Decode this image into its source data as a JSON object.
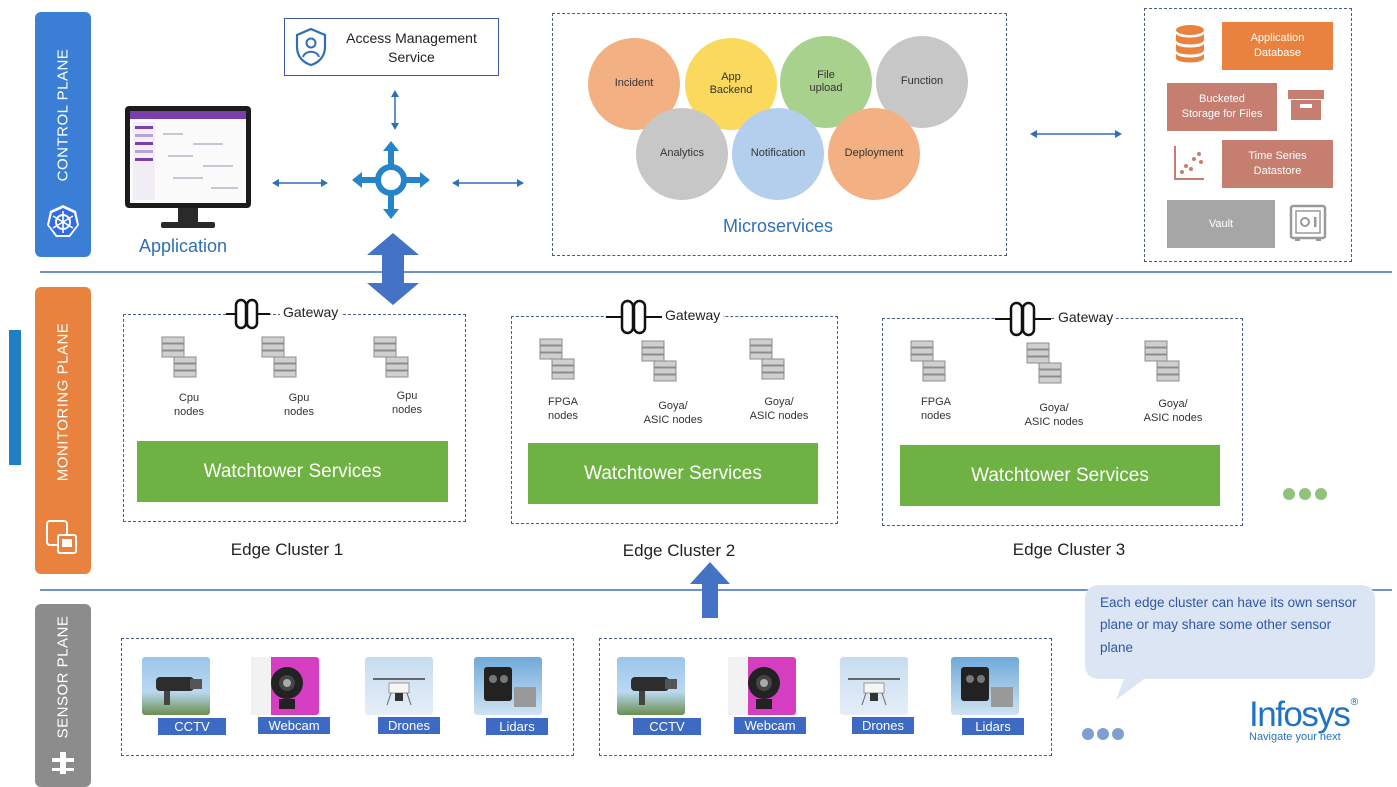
{
  "planes": {
    "control": "CONTROL PLANE",
    "monitoring": "MONITORING PLANE",
    "sensor": "SENSOR PLANE"
  },
  "access_management": "Access Management\nService",
  "application_label": "Application",
  "microservices": {
    "label": "Microservices",
    "circles": [
      "Incident",
      "App\nBackend",
      "File\nupload",
      "Function",
      "Analytics",
      "Notification",
      "Deployment"
    ]
  },
  "storage": {
    "application_database": "Application\nDatabase",
    "bucketed_storage": "Bucketed\nStorage for Files",
    "time_series": "Time Series\nDatastore",
    "vault": "Vault"
  },
  "gateway_label": "Gateway",
  "watchtower_label": "Watchtower Services",
  "clusters": [
    {
      "name": "Edge Cluster 1",
      "nodes": [
        "Cpu\nnodes",
        "Gpu\nnodes",
        "Gpu\nnodes"
      ]
    },
    {
      "name": "Edge Cluster 2",
      "nodes": [
        "FPGA\nnodes",
        "Goya/\nASIC nodes",
        "Goya/\nASIC nodes"
      ]
    },
    {
      "name": "Edge Cluster 3",
      "nodes": [
        "FPGA\nnodes",
        "Goya/\nASIC nodes",
        "Goya/\nASIC nodes"
      ]
    }
  ],
  "sensors": [
    "CCTV",
    "Webcam",
    "Drones",
    "Lidars"
  ],
  "callout": "Each edge cluster can have its own sensor plane or may share some other sensor plane",
  "brand": {
    "name": "Infosys",
    "reg": "®",
    "tagline": "Navigate your next"
  },
  "colors": {
    "control": "#3a7fd5",
    "monitoring": "#e9823e",
    "sensor": "#8c8c8c",
    "arrow": "#4472c4",
    "watchtower": "#6eb244",
    "storage_orange": "#e9823e",
    "storage_brown": "#c57e6f",
    "storage_gray": "#a6a6a6"
  },
  "icons": [
    "kubernetes-icon",
    "shield-user-icon",
    "hub-icon",
    "database-icon",
    "archive-box-icon",
    "scatter-plot-icon",
    "safe-icon",
    "chain-link-icon",
    "server-stack-icon",
    "monitor-device-icon",
    "drone-icon"
  ]
}
